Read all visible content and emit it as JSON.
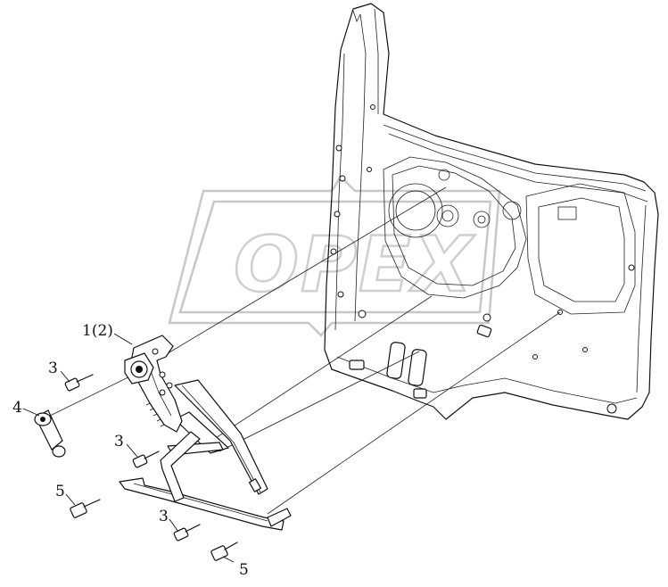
{
  "watermark": {
    "text": "OPEX"
  },
  "callouts": [
    {
      "id": "c1",
      "text": "1(2)"
    },
    {
      "id": "c3a",
      "text": "3"
    },
    {
      "id": "c4",
      "text": "4"
    },
    {
      "id": "c3b",
      "text": "3"
    },
    {
      "id": "c5a",
      "text": "5"
    },
    {
      "id": "c3c",
      "text": "3"
    },
    {
      "id": "c5b",
      "text": "5"
    }
  ]
}
